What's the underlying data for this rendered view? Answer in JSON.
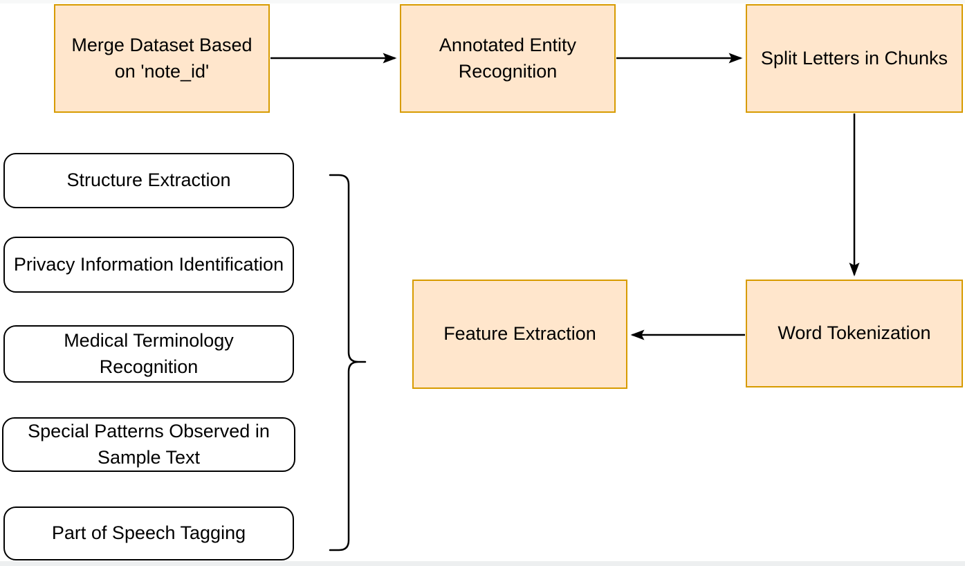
{
  "diagram": {
    "title": "NLP preprocessing pipeline flowchart",
    "process_nodes": [
      {
        "id": "merge",
        "label": "Merge Dataset Based on 'note_id'"
      },
      {
        "id": "annotated",
        "label": "Annotated Entity Recognition"
      },
      {
        "id": "split",
        "label": "Split Letters in Chunks"
      },
      {
        "id": "word_tok",
        "label": "Word Tokenization"
      },
      {
        "id": "feature_ext",
        "label": "Feature Extraction"
      }
    ],
    "feature_items": [
      {
        "id": "structure",
        "label": "Structure Extraction"
      },
      {
        "id": "privacy",
        "label": "Privacy Information Identification"
      },
      {
        "id": "medical",
        "label": "Medical Terminology Recognition"
      },
      {
        "id": "special",
        "label": "Special Patterns Observed in Sample Text"
      },
      {
        "id": "pos",
        "label": "Part of Speech Tagging"
      }
    ],
    "edges": [
      {
        "from": "merge",
        "to": "annotated",
        "direction": "right"
      },
      {
        "from": "annotated",
        "to": "split",
        "direction": "right"
      },
      {
        "from": "split",
        "to": "word_tok",
        "direction": "down"
      },
      {
        "from": "word_tok",
        "to": "feature_ext",
        "direction": "left"
      },
      {
        "from": "feature_items_brace",
        "to": "feature_ext",
        "direction": "right"
      }
    ],
    "colors": {
      "process_fill": "#FFE6CC",
      "process_stroke": "#D79B00",
      "item_fill": "#FFFFFF",
      "item_stroke": "#000000",
      "connector": "#000000",
      "text": "#000000",
      "background": "#FFFFFF"
    }
  }
}
